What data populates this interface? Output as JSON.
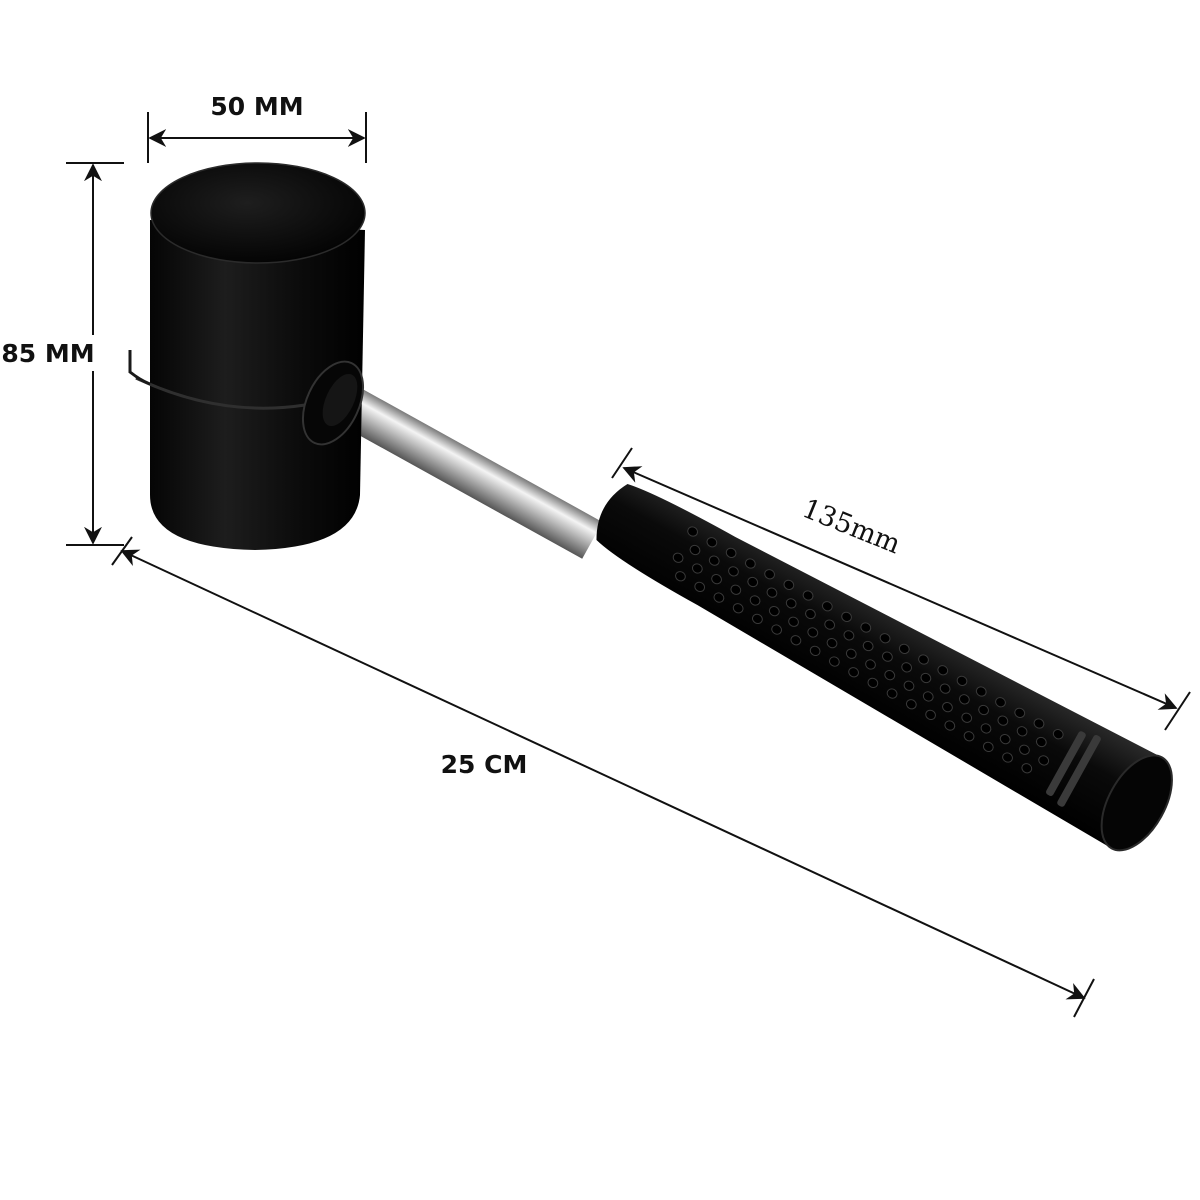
{
  "product": {
    "name_icon": "rubber-mallet"
  },
  "dimensions": {
    "head_width": "50 MM",
    "head_height": "85 MM",
    "grip_length": "135mm",
    "total_length": "25 CM"
  },
  "colors": {
    "background": "#ffffff",
    "rubber": "#0d0d0d",
    "steel": "#c8c8c8",
    "dimension_ink": "#111111"
  }
}
